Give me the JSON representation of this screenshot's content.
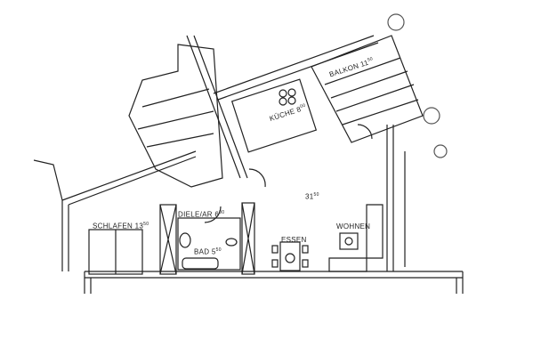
{
  "plan": {
    "type": "floor plan",
    "rooms": [
      {
        "id": "balkon",
        "name": "BALKON",
        "area": "11",
        "area_sup": "50"
      },
      {
        "id": "kueche",
        "name": "KÜCHE",
        "area": "8",
        "area_sup": "00"
      },
      {
        "id": "diele",
        "name": "DIELE/AR",
        "area": "6",
        "area_sup": "00"
      },
      {
        "id": "bad",
        "name": "BAD",
        "area": "5",
        "area_sup": "50"
      },
      {
        "id": "schlafen",
        "name": "SCHLAFEN",
        "area": "13",
        "area_sup": "50"
      },
      {
        "id": "essen",
        "name": "ESSEN"
      },
      {
        "id": "wohnen",
        "name": "WOHNEN"
      },
      {
        "id": "wohnen-area",
        "name": "",
        "area": "31",
        "area_sup": "50"
      }
    ],
    "colors": {
      "line": "#222222",
      "background": "#ffffff",
      "tree": "#555555"
    }
  }
}
